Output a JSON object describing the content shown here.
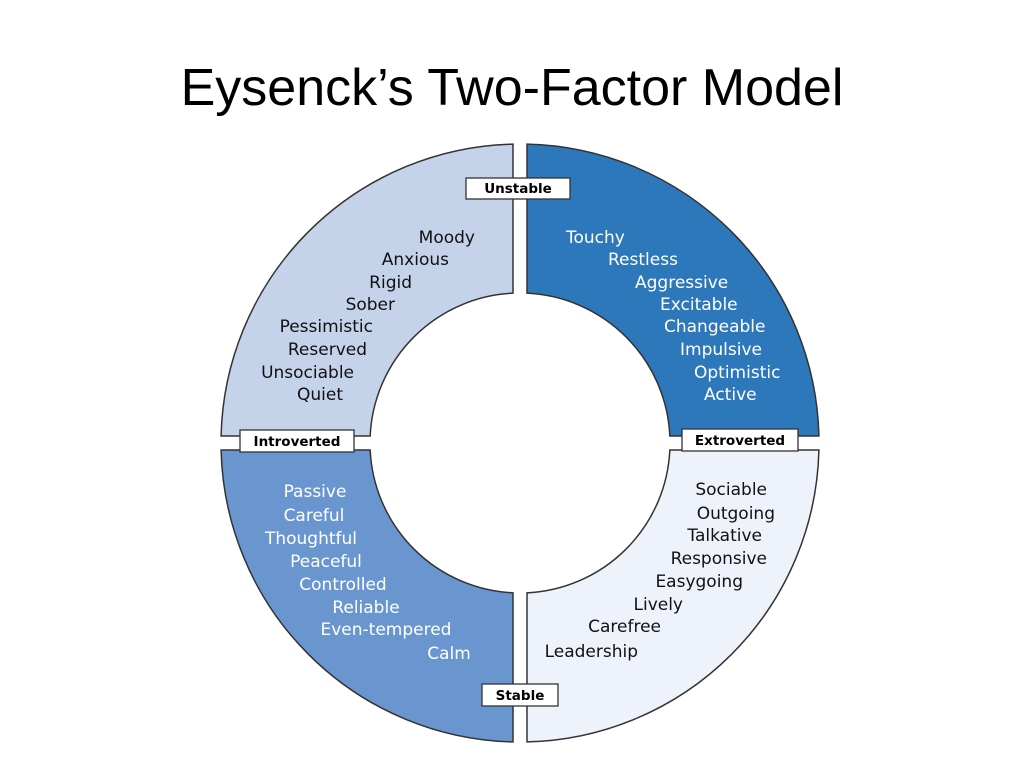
{
  "title": "Eysenck’s Two-Factor Model",
  "axes": {
    "top": "Unstable",
    "bottom": "Stable",
    "left": "Introverted",
    "right": "Extroverted"
  },
  "quadrants": {
    "top_left": {
      "fill": "#c5d3ea",
      "text_color": "#111111",
      "traits": [
        "Moody",
        "Anxious",
        "Rigid",
        "Sober",
        "Pessimistic",
        "Reserved",
        "Unsociable",
        "Quiet"
      ]
    },
    "top_right": {
      "fill": "#2d78bb",
      "text_color": "#ffffff",
      "traits": [
        "Touchy",
        "Restless",
        "Aggressive",
        "Excitable",
        "Changeable",
        "Impulsive",
        "Optimistic",
        "Active"
      ]
    },
    "bottom_left": {
      "fill": "#6a96cf",
      "text_color": "#ffffff",
      "traits": [
        "Passive",
        "Careful",
        "Thoughtful",
        "Peaceful",
        "Controlled",
        "Reliable",
        "Even-tempered",
        "Calm"
      ]
    },
    "bottom_right": {
      "fill": "#eef2fa",
      "text_color": "#111111",
      "traits": [
        "Sociable",
        "Outgoing",
        "Talkative",
        "Responsive",
        "Easygoing",
        "Lively",
        "Carefree",
        "Leadership"
      ]
    }
  },
  "colors": {
    "outline": "#333333",
    "gap": "#ffffff"
  }
}
